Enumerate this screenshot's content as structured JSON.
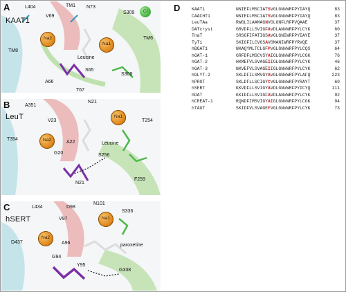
{
  "panels": {
    "A": {
      "label": "A",
      "tag": "KAAT1",
      "residues": [
        "L404",
        "V69",
        "TM1",
        "N73",
        "S309",
        "Cl",
        "TM6",
        "Na2",
        "Na1",
        "Leucine",
        "S65",
        "TM8",
        "A66",
        "T67",
        "S308"
      ]
    },
    "B": {
      "label": "B",
      "tag": "LeuT",
      "residues": [
        "A351",
        "N21",
        "V23",
        "Na1",
        "T254",
        "T354",
        "Na2",
        "A22",
        "Leucine",
        "G20",
        "S256",
        "N21",
        "F259"
      ]
    },
    "C": {
      "label": "C",
      "tag": "hSERT",
      "residues": [
        "L434",
        "D98",
        "N101",
        "S336",
        "V97",
        "Na1",
        "D437",
        "Na2",
        "A96",
        "paroxetine",
        "G94",
        "Y95",
        "G338"
      ]
    },
    "D": {
      "label": "D",
      "alignment": [
        {
          "name": "KAAT1",
          "pre": "NNIEFLMSCIAT",
          "hl": "S",
          "post": "VGLGNVWRFPYIAYQ",
          "num": "83"
        },
        {
          "name": "CAACHT1",
          "pre": "NNIEFLMSCIAT",
          "hl": "S",
          "post": "VGLGNVWRFPYIAYQ",
          "num": "83"
        },
        {
          "name": "LeuTAa",
          "pre": "RWGLILAAMAG",
          "hl": "N",
          "post": "VGLGNFLRFPVQAAE",
          "num": "37"
        },
        {
          "name": "DATcryst",
          "pre": "GRVDFLLSVIGF",
          "hl": "A",
          "post": "VDLANVWRFPYLCYK",
          "num": "60"
        },
        {
          "name": "TnaT",
          "pre": "SRSGFIFATIGS",
          "hl": "A",
          "post": "VGLGNIWRFPYIAYE",
          "num": "37"
        },
        {
          "name": "TyT1",
          "pre": "SKIGFILCVGS",
          "hl": "A",
          "post": "VGMANIWRFPYRVQE",
          "num": "37"
        },
        {
          "name": "hBGAT1",
          "pre": "NKAQYMLTCLGF",
          "hl": "P",
          "post": "VGLGNVWRFPYLCQS",
          "num": "64"
        },
        {
          "name": "hGAT-1",
          "pre": "GRFDFLMSCVSY",
          "hl": "A",
          "post": "IGLGNVWRFPYLCGK",
          "num": "76"
        },
        {
          "name": "hGAT-2",
          "pre": "HKMEFVLSVAGE",
          "hl": "I",
          "post": "IGLGNVWRFPYLCYK",
          "num": "46"
        },
        {
          "name": "hGAT-3",
          "pre": "NKVEFVLSVAGE",
          "hl": "I",
          "post": "IGLGNVWRFPYLCYK",
          "num": "62"
        },
        {
          "name": "hGLYT-2",
          "pre": "SKLDFILSMVGY",
          "hl": "A",
          "post": "VGLGNVWRFPYLAFQ",
          "num": "223"
        },
        {
          "name": "hPROT",
          "pre": "SKLDFLLSCIGY",
          "hl": "C",
          "post": "VGLGNVWRFPYRAYT",
          "num": "69"
        },
        {
          "name": "hSERT",
          "pre": "KKVDFLLSVIGY",
          "hl": "A",
          "post": "VDLGNVWRFPYICYQ",
          "num": "111"
        },
        {
          "name": "hDAT",
          "pre": "KKIDFLLSVIGF",
          "hl": "A",
          "post": "VDLANVWRFPYLCYK",
          "num": "92"
        },
        {
          "name": "hCREAT-1",
          "pre": "RQNDFIMSVIGY",
          "hl": "A",
          "post": "IGLGNVWRFPYLCGK",
          "num": "94"
        },
        {
          "name": "hTAUT",
          "pre": "SKIDFVLSVAGE",
          "hl": "F",
          "post": "VGLGNVWRFPYLCYK",
          "num": "73"
        }
      ]
    }
  },
  "colors": {
    "tm1_helix": "#e8a3a3",
    "tm6_helix": "#a8d98f",
    "tm8_helix": "#9fd6e0",
    "ligand": "#dcdcdc",
    "substrate_site": "#7b2fa6",
    "highlight": "#d81b1b",
    "sodium": "#e08a1e"
  }
}
